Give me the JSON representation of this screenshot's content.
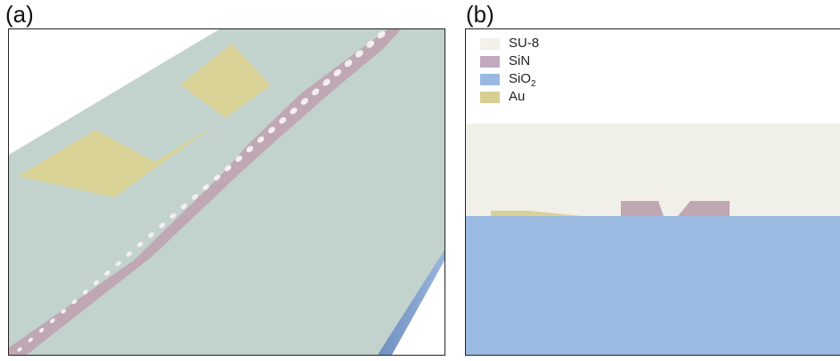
{
  "panels": {
    "a": {
      "label": "(a)"
    },
    "b": {
      "label": "(b)"
    }
  },
  "legend": [
    {
      "label": "SU-8",
      "color": "#f1f0e9"
    },
    {
      "label": "SiN",
      "color": "#c3a9bf"
    },
    {
      "label": "SiO",
      "subscript": "2",
      "color": "#9ab9e0"
    },
    {
      "label": "Au",
      "color": "#d6cf91"
    }
  ],
  "colors": {
    "su8_cladding": "#f0f0e8",
    "sin_waveguide": "#c0a7b4",
    "sio2_substrate": "#9cbbe2",
    "gold_electrode": "#d9d297",
    "panel_a_surface": "#c2d2cd"
  }
}
